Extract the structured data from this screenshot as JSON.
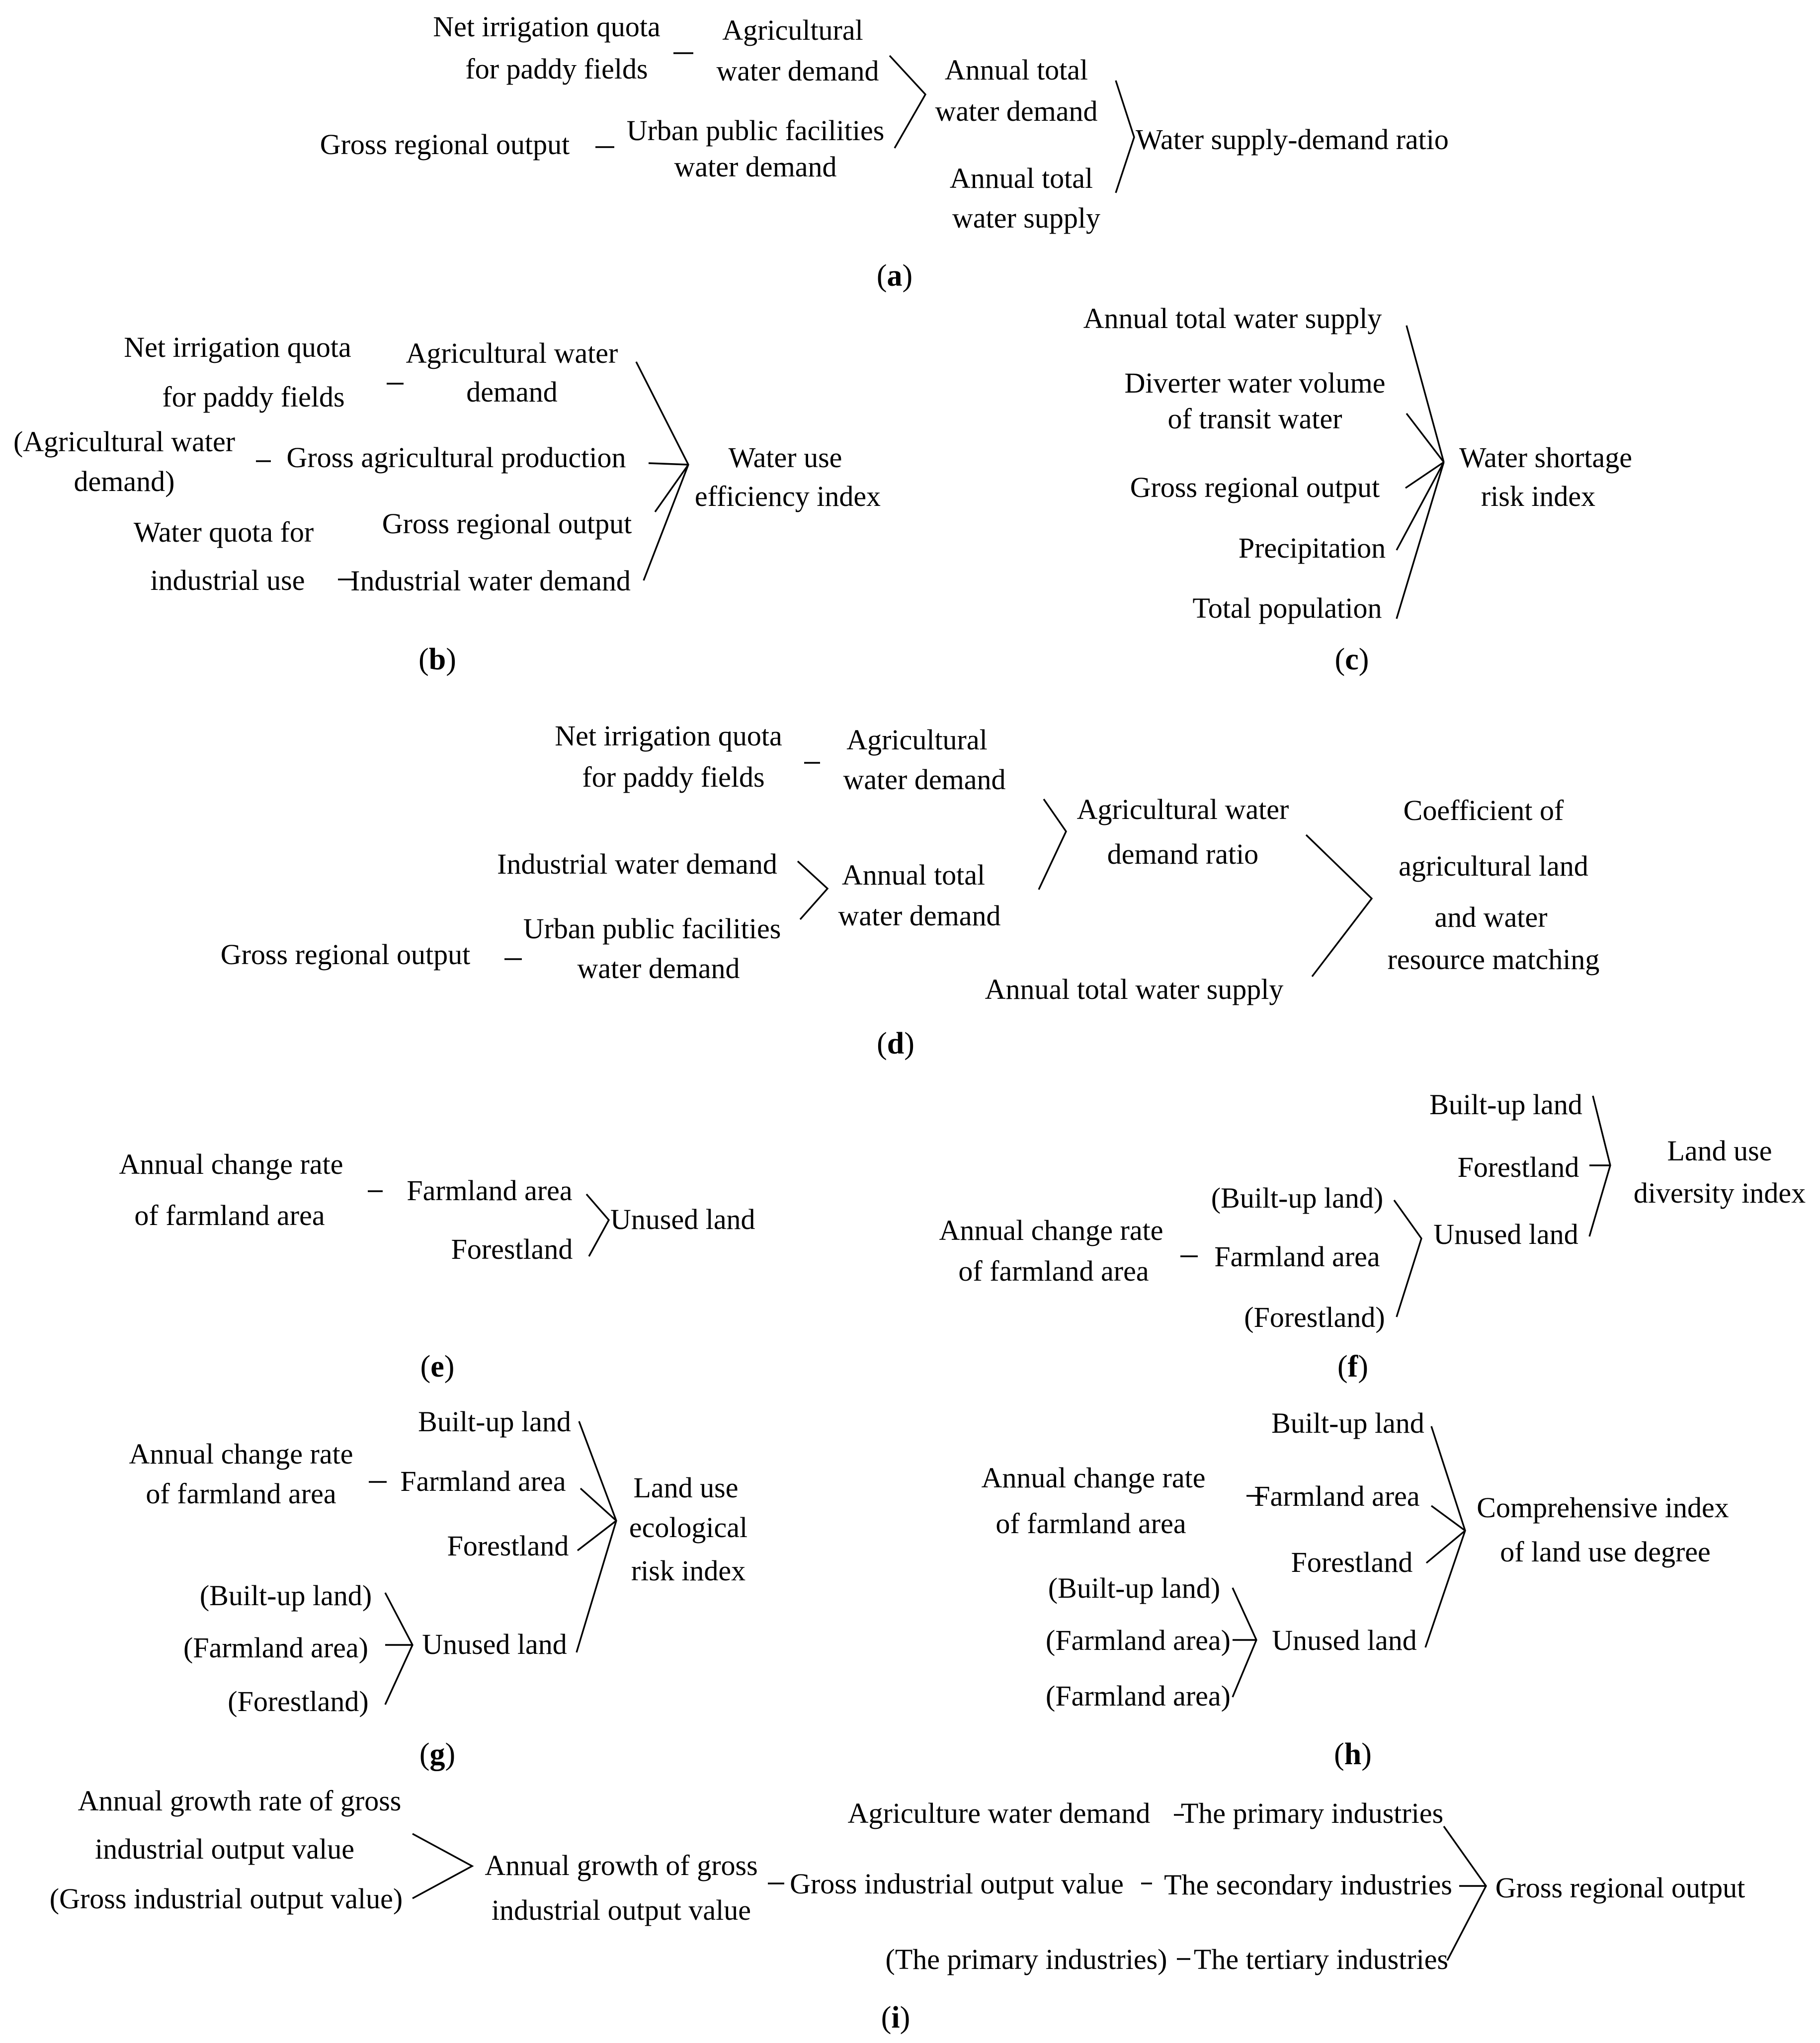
{
  "panels": {
    "a": {
      "label": "a",
      "nodes": {
        "niq1": "Net  irrigation quota",
        "niq2": "for paddy fields",
        "agr1": "Agricultural",
        "agr2": "water demand",
        "gro": "Gross regional output",
        "upf1": "Urban public facilities",
        "upf2": "water demand",
        "atd1": "Annual total",
        "atd2": "water demand",
        "ats1": "Annual total",
        "ats2": "water supply",
        "wsd": "Water supply-demand ratio"
      }
    },
    "b": {
      "label": "b",
      "nodes": {
        "niq1": "Net  irrigation quota",
        "niq2": "for paddy fields",
        "awd1": "Agricultural water",
        "awd2": "demand",
        "pawd1": "(Agricultural water",
        "pawd2": "demand)",
        "gap": "Gross agricultural production",
        "wqi1": "Water quota for",
        "wqi2": "industrial use",
        "gro": "Gross regional output",
        "iwd": "Industrial water demand",
        "wue1": "Water use",
        "wue2": "efficiency index"
      }
    },
    "c": {
      "label": "c",
      "nodes": {
        "ats": "Annual total water supply",
        "dwv1": "Diverter water volume",
        "dwv2": "of transit water",
        "gro": "Gross regional output",
        "pre": "Precipitation",
        "pop": "Total population",
        "wsr1": "Water shortage",
        "wsr2": "risk index"
      }
    },
    "d": {
      "label": "d",
      "nodes": {
        "niq1": "Net  irrigation quota",
        "niq2": "for paddy fields",
        "agr1": "Agricultural",
        "agr2": "water demand",
        "iwd": "Industrial water demand",
        "atd1": "Annual total",
        "atd2": "water demand",
        "gro": "Gross regional output",
        "upf1": "Urban public facilities",
        "upf2": "water demand",
        "awr1": "Agricultural water",
        "awr2": "demand ratio",
        "ats": "Annual total water supply",
        "coef1": "Coefficient of",
        "coef2": "agricultural land",
        "coef3": "and water",
        "coef4": "resource matching"
      }
    },
    "e": {
      "label": "e",
      "nodes": {
        "acr1": "Annual change rate",
        "acr2": "of farmland area",
        "fa": "Farmland area",
        "fl": "Forestland",
        "ul": "Unused land"
      }
    },
    "f": {
      "label": "f",
      "nodes": {
        "bul": "Built-up land",
        "fl": "Forestland",
        "ldi1": "Land use",
        "ldi2": "diversity index",
        "pbul": "(Built-up land)",
        "acr1": "Annual change rate",
        "acr2": "of farmland area",
        "fa": "Farmland area",
        "ul": "Unused land",
        "pfl": "(Forestland)"
      }
    },
    "g": {
      "label": "g",
      "nodes": {
        "bul": "Built-up land",
        "acr1": "Annual change rate",
        "acr2": "of farmland area",
        "fa": "Farmland area",
        "fl": "Forestland",
        "lue1": "Land use",
        "lue2": "ecological",
        "lue3": "risk index",
        "pbul": "(Built-up land)",
        "pfa": "(Farmland area)",
        "ul": "Unused land",
        "pfl": "(Forestland)"
      }
    },
    "h": {
      "label": "h",
      "nodes": {
        "bul": "Built-up land",
        "acr1": "Annual change rate",
        "acr2": "of farmland area",
        "fa": "Farmland area",
        "fl": "Forestland",
        "ci1": "Comprehensive index",
        "ci2": "of land use degree",
        "pbul": "(Built-up land)",
        "pfa1": "(Farmland area)",
        "ul": "Unused land",
        "pfa2": "(Farmland area)"
      }
    },
    "i": {
      "label": "i",
      "nodes": {
        "agr1": "Annual growth rate of gross",
        "agr2": "industrial output value",
        "pgiov": "(Gross industrial output value)",
        "ag1": "Annual growth of gross",
        "ag2": "industrial output value",
        "giov": "Gross industrial output value",
        "awd": "Agriculture water demand",
        "pi": "The primary industries",
        "si": "The secondary industries",
        "ppi": "(The primary industries)",
        "ti": "The tertiary industries",
        "gro": "Gross regional output"
      }
    }
  }
}
